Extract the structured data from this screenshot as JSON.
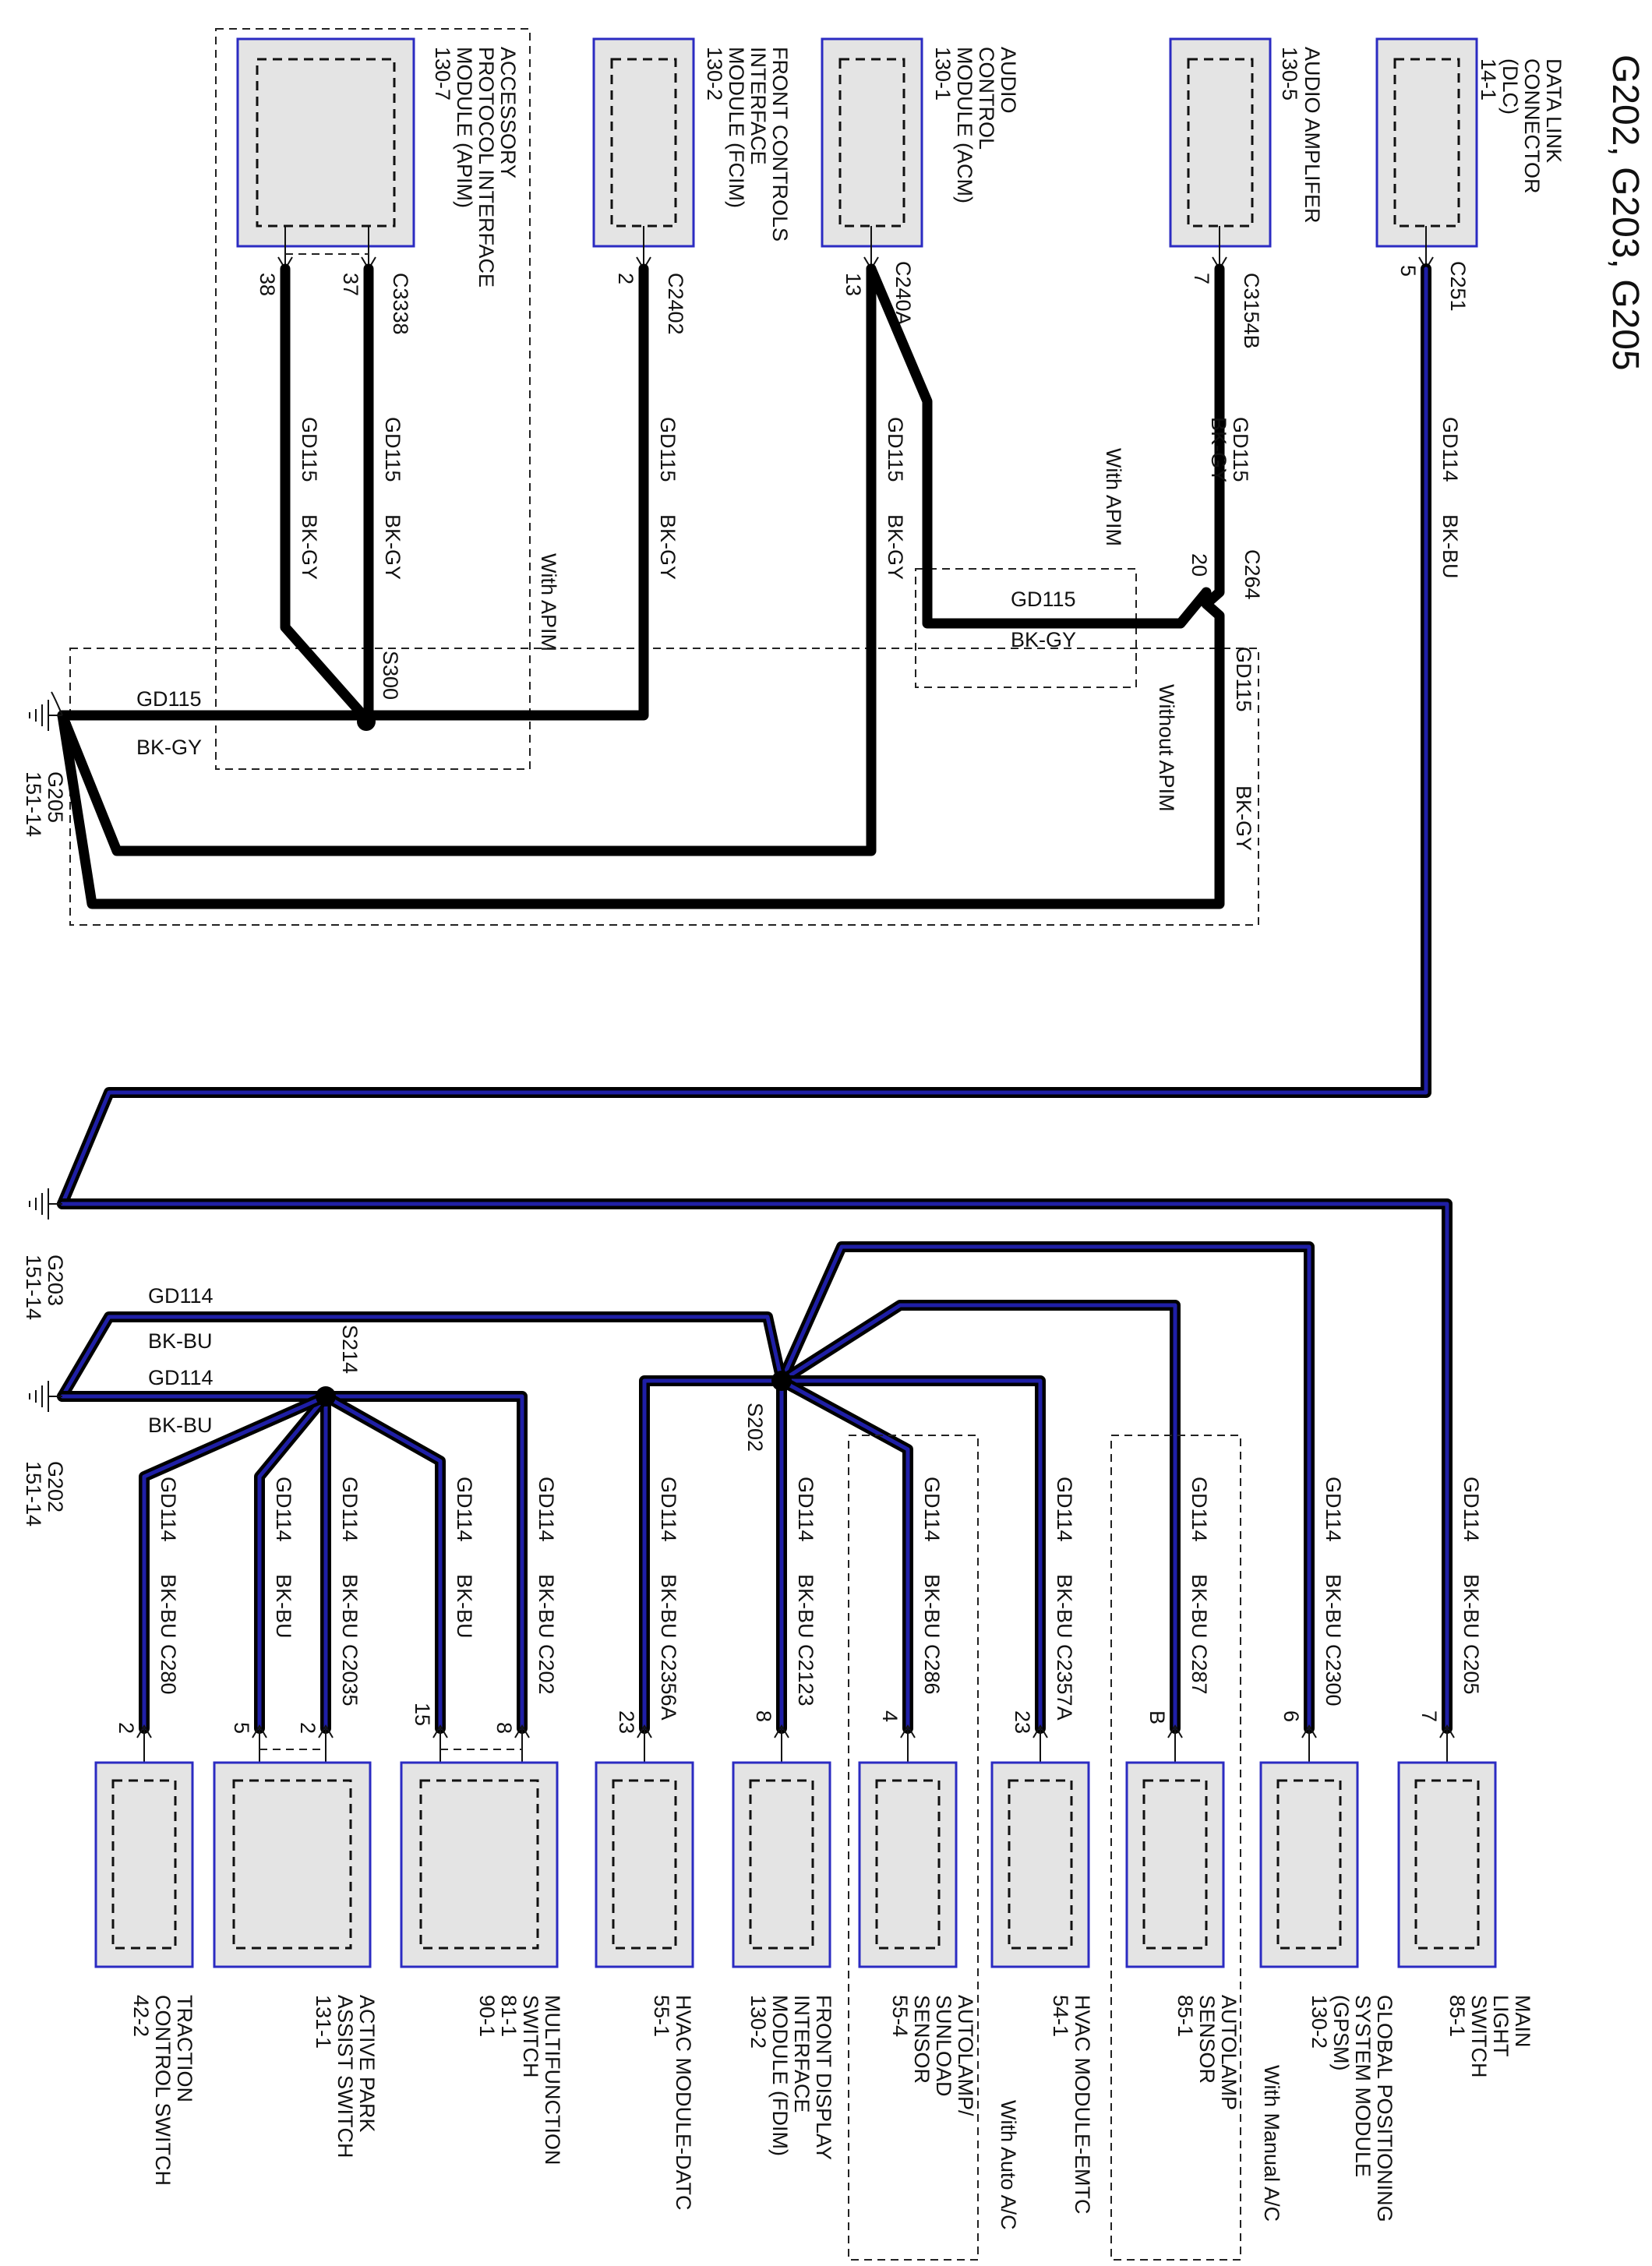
{
  "title": "G202, G203, G205",
  "colors": {
    "wire_gd115": "#000000",
    "wire_gd114": "#1f1fa6",
    "module_fill": "#e4e4e4",
    "module_border": "#2b2bc2"
  },
  "top_modules": [
    {
      "id": "dlc",
      "lines": [
        "DATA LINK",
        "CONNECTOR",
        "(DLC)",
        "14-1"
      ],
      "pin": "5",
      "connector": "C251",
      "circuit": "GD114",
      "color": "BK-BU"
    },
    {
      "id": "amp",
      "lines": [
        "AUDIO AMPLIFER",
        "130-5"
      ],
      "pin": "7",
      "connector": "C3154B",
      "circuit": "GD115",
      "color": "BK-GY"
    },
    {
      "id": "acm",
      "lines": [
        "AUDIO",
        "CONTROL",
        "MODULE (ACM)",
        "130-1"
      ],
      "pin": "13",
      "connector": "C240A",
      "circuit": "GD115",
      "color": "BK-GY"
    },
    {
      "id": "fcim",
      "lines": [
        "FRONT CONTROLS",
        "INTERFACE",
        "MODULE (FCIM)",
        "130-2"
      ],
      "pin": "2",
      "connector": "C2402",
      "circuit": "GD115",
      "color": "BK-GY"
    },
    {
      "id": "apim",
      "lines": [
        "ACCESSORY",
        "PROTOCOL INTERFACE",
        "MODULE (APIM)",
        "130-7"
      ],
      "pin_a": "38",
      "pin_b": "37",
      "connector": "C3338",
      "circuit": "GD115",
      "color": "BK-GY"
    }
  ],
  "bottom_modules": [
    {
      "id": "mls",
      "lines": [
        "MAIN",
        "LIGHT",
        "SWITCH",
        "85-1"
      ],
      "pin": "7",
      "connector": "C205",
      "circuit": "GD114",
      "color": "BK-BU"
    },
    {
      "id": "gpsm",
      "lines": [
        "GLOBAL POSITIONING",
        "SYSTEM MODULE",
        "(GPSM)",
        "130-2"
      ],
      "pin": "6",
      "connector": "C2300",
      "circuit": "GD114",
      "color": "BK-BU"
    },
    {
      "id": "autolamp",
      "lines": [
        "AUTOLAMP",
        "SENSOR",
        "85-1"
      ],
      "pin": "B",
      "connector": "C287",
      "circuit": "GD114",
      "color": "BK-BU"
    },
    {
      "id": "emtc",
      "lines": [
        "HVAC MODULE-EMTC",
        "54-1"
      ],
      "pin": "23",
      "connector": "C2357A",
      "circuit": "GD114",
      "color": "BK-BU"
    },
    {
      "id": "sunload",
      "lines": [
        "AUTOLAMP/",
        "SUNLOAD",
        "SENSOR",
        "55-4"
      ],
      "pin": "4",
      "connector": "C286",
      "circuit": "GD114",
      "color": "BK-BU"
    },
    {
      "id": "fdim",
      "lines": [
        "FRONT DISPLAY",
        "INTERFACE",
        "MODULE (FDIM)",
        "130-2"
      ],
      "pin": "8",
      "connector": "C2123",
      "circuit": "GD114",
      "color": "BK-BU"
    },
    {
      "id": "datc",
      "lines": [
        "HVAC MODULE-DATC",
        "55-1"
      ],
      "pin": "23",
      "connector": "C2356A",
      "circuit": "GD114",
      "color": "BK-BU"
    },
    {
      "id": "mfs",
      "lines": [
        "MULTIFUNCTION",
        "SWITCH",
        "81-1",
        "90-1"
      ],
      "pin_a": "15",
      "pin_b": "8",
      "connector": "C202",
      "circuit": "GD114",
      "color": "BK-BU"
    },
    {
      "id": "paps",
      "lines": [
        "ACTIVE PARK",
        "ASSIST SWITCH",
        "131-1"
      ],
      "pin_a": "5",
      "pin_b": "2",
      "connector": "C2035",
      "circuit": "GD114",
      "color": "BK-BU"
    },
    {
      "id": "tcs",
      "lines": [
        "TRACTION",
        "CONTROL SWITCH",
        "42-2"
      ],
      "pin": "2",
      "connector": "C280",
      "circuit": "GD114",
      "color": "BK-BU"
    }
  ],
  "splices": {
    "s300": "S300",
    "s214": "S214",
    "s202": "S202"
  },
  "connectors": {
    "c264": "C264",
    "c264_pin": "20"
  },
  "grounds": {
    "g205": {
      "name": "G205",
      "ref": "151-14"
    },
    "g203": {
      "name": "G203",
      "ref": "151-14"
    },
    "g202": {
      "name": "G202",
      "ref": "151-14"
    }
  },
  "options": {
    "with_apim": "With APIM",
    "without_apim": "Without APIM",
    "with_manual_ac": "With Manual A/C",
    "with_auto_ac": "With Auto A/C"
  },
  "wire_labels": {
    "gd115": "GD115",
    "bkgy": "BK-GY",
    "gd114": "GD114",
    "bkbu": "BK-BU"
  }
}
